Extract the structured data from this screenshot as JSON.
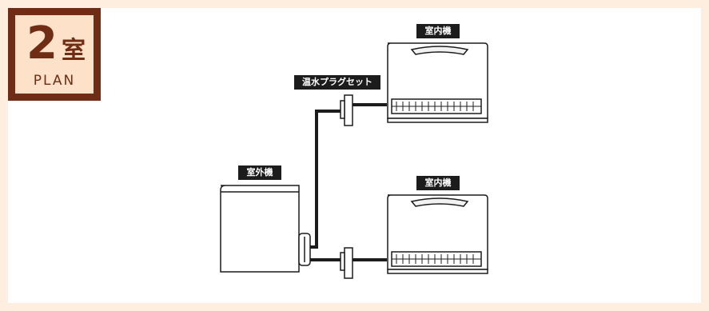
{
  "badge": {
    "number": "2",
    "room": "室",
    "plan": "PLAN"
  },
  "labels": {
    "indoor_unit_top": "室内機",
    "indoor_unit_bottom": "室内機",
    "outdoor_unit": "室外機",
    "hot_water_plug_set": "温水プラグセット"
  },
  "colors": {
    "border": "#fdeee0",
    "badge_dark": "#6e2d14",
    "badge_light": "#fde2c9",
    "label_bg": "#1c1c1c"
  }
}
